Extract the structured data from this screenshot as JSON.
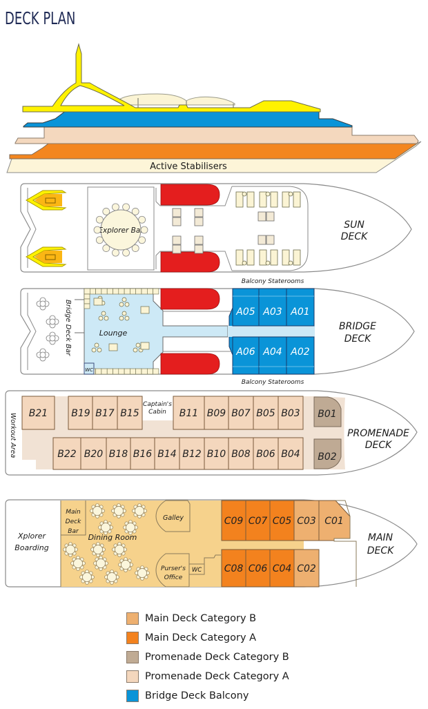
{
  "page_title": "DECK PLAN",
  "profile": {
    "stabilisers_label": "Active Stabilisers",
    "colors": {
      "sun_deck": "#ffee00",
      "bridge_deck": "#0a94d8",
      "promenade_deck": "#f4d8be",
      "main_deck": "#f3861f",
      "hull": "#fdf5d8",
      "canopy": "#fbf4d4"
    }
  },
  "sun_deck": {
    "name_line1": "SUN",
    "name_line2": "DECK",
    "explorer_bar": "Explorer Bar"
  },
  "bridge_deck": {
    "name_line1": "BRIDGE",
    "name_line2": "DECK",
    "bar_label": "Bridge Deck Bar",
    "lounge_label": "Lounge",
    "wc_label": "WC",
    "balcony_top": "Balcony Staterooms",
    "balcony_bottom": "Balcony Staterooms",
    "cabins_top": [
      "A05",
      "A03",
      "A01"
    ],
    "cabins_bottom": [
      "A06",
      "A04",
      "A02"
    ]
  },
  "promenade_deck": {
    "name_line1": "PROMENADE",
    "name_line2": "DECK",
    "workout_label": "Workout Area",
    "captains_line1": "Captain's",
    "captains_line2": "Cabin",
    "cabins_top_left": [
      "B21"
    ],
    "cabins_top": [
      "B19",
      "B17",
      "B15"
    ],
    "cabins_top_right": [
      "B11",
      "B09",
      "B07",
      "B05",
      "B03"
    ],
    "cabins_bottom": [
      "B22",
      "B20",
      "B18",
      "B16",
      "B14",
      "B12",
      "B10",
      "B08",
      "B06",
      "B04"
    ],
    "cabin_fwd_top": "B01",
    "cabin_fwd_bottom": "B02"
  },
  "main_deck": {
    "name_line1": "MAIN",
    "name_line2": "DECK",
    "boarding_line1": "Xplorer",
    "boarding_line2": "Boarding",
    "bar_line1": "Main",
    "bar_line2": "Deck",
    "bar_line3": "Bar",
    "dining_label": "Dining Room",
    "galley_label": "Galley",
    "pursers_line1": "Purser's",
    "pursers_line2": "Office",
    "wc_label": "WC",
    "cabins_top_a": [
      "C09",
      "C07",
      "C05"
    ],
    "cabins_top_b": [
      "C03",
      "C01"
    ],
    "cabins_bottom_a": [
      "C08",
      "C06",
      "C04"
    ],
    "cabins_bottom_b": [
      "C02"
    ]
  },
  "legend": [
    {
      "label": "Main Deck Category B",
      "color": "#eeb070"
    },
    {
      "label": "Main Deck Category A",
      "color": "#f3821e"
    },
    {
      "label": "Promenade Deck Category B",
      "color": "#c0ab94"
    },
    {
      "label": "Promenade Deck Category A",
      "color": "#f4d7bd"
    },
    {
      "label": "Bridge Deck Balcony",
      "color": "#0a94d8"
    }
  ]
}
